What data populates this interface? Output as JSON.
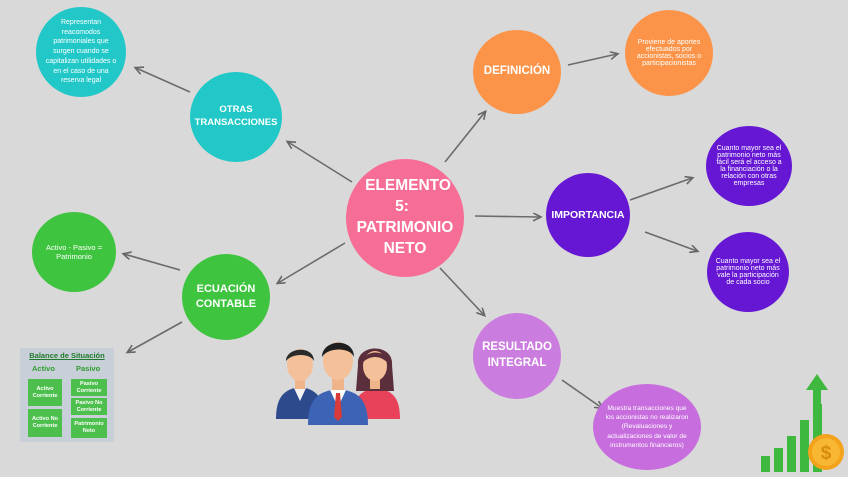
{
  "center": {
    "line1": "ELEMENTO 5:",
    "line2": "PATRIMONIO",
    "line3": "NETO"
  },
  "otras": {
    "line1": "OTRAS",
    "line2": "TRANSACCIONES",
    "detail": "Representan reacomodos patrimoniales que surgen cuando se capitalizan utilidades o en el caso de una reserva legal"
  },
  "definicion": {
    "title": "DEFINICIÓN",
    "detail": "Proviene de aportes efectuados  por accionistas, socios o participacionistas"
  },
  "importancia": {
    "title": "IMPORTANCIA",
    "detail1": "Cuanto mayor sea el patrimonio neto más fácil será el acceso a la financiación o la relación con otras empresas",
    "detail2": "Cuanto mayor sea el patrimonio neto más vale la participación de cada socio"
  },
  "ecuacion": {
    "line1": "ECUACIÓN",
    "line2": "CONTABLE",
    "detail": "Activo - Pasivo = Patrimonio"
  },
  "resultado": {
    "line1": "RESULTADO",
    "line2": "INTEGRAL",
    "detail": "Muestra transacciones que los accionistas no realizaron (Revaluaciones y actualizaciones de valor de instrumentos financieros)"
  },
  "balance": {
    "title": "Balance de Situación",
    "activo_header": "Activo",
    "pasivo_header": "Pasivo",
    "activo_corriente": "Activo Corriente",
    "activo_no_corriente": "Activo No Corriente",
    "pasivo_corriente": "Pasivo Corriente",
    "pasivo_no_corriente": "Pasivo No Corriente",
    "patrimonio_neto": "Patrimonio Neto"
  },
  "icons": [
    "people-icon",
    "growth-chart-icon",
    "dollar-coin-icon",
    "arrow-icon"
  ],
  "colors": {
    "background": "#d9d9d9",
    "pink": "#f66d96",
    "teal": "#22c8c8",
    "orange": "#fb9448",
    "purple": "#6517d4",
    "green": "#3fc43f",
    "lilac": "#cb7ddf",
    "arrow": "#666666"
  }
}
